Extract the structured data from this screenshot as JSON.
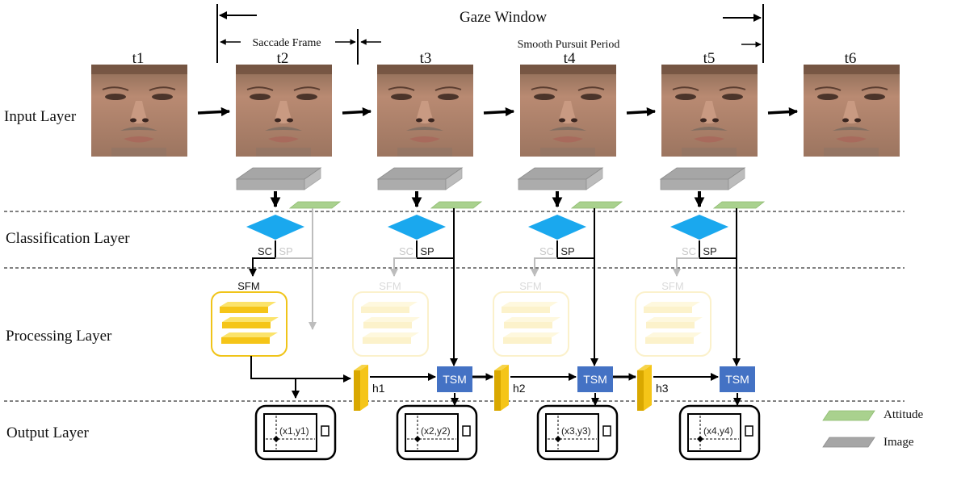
{
  "gaze_window": {
    "label": "Gaze Window"
  },
  "saccade_frame": {
    "label": "Saccade Frame"
  },
  "smooth_pursuit": {
    "label": "Smooth Pursuit Period"
  },
  "layers": {
    "input": "Input Layer",
    "classification": "Classification Layer",
    "processing": "Processing Layer",
    "output": "Output Layer"
  },
  "frames": [
    {
      "label": "t1"
    },
    {
      "label": "t2"
    },
    {
      "label": "t3"
    },
    {
      "label": "t4"
    },
    {
      "label": "t5"
    },
    {
      "label": "t6"
    }
  ],
  "columns": [
    {
      "sc": "SC",
      "sp": "SP",
      "sfm": "SFM",
      "active": "SC",
      "coord": "(x1,y1)"
    },
    {
      "sc": "SC",
      "sp": "SP",
      "sfm": "SFM",
      "active": "SP",
      "coord": "(x2,y2)",
      "tsm": "TSM"
    },
    {
      "sc": "SC",
      "sp": "SP",
      "sfm": "SFM",
      "active": "SP",
      "coord": "(x3,y3)",
      "tsm": "TSM"
    },
    {
      "sc": "SC",
      "sp": "SP",
      "sfm": "SFM",
      "active": "SP",
      "coord": "(x4,y4)",
      "tsm": "TSM"
    }
  ],
  "hidden_states": [
    "h1",
    "h2",
    "h3"
  ],
  "legend": {
    "attitude": "Attitude",
    "image": "Image"
  },
  "colors": {
    "diamond": "#1aa8ee",
    "tsm": "#4472c4",
    "sfm_gold": "#f5c518",
    "image_slab": "#a6a6a6",
    "attitude_slab": "#a9d18e",
    "hidden_gold": "#e8b80c"
  }
}
